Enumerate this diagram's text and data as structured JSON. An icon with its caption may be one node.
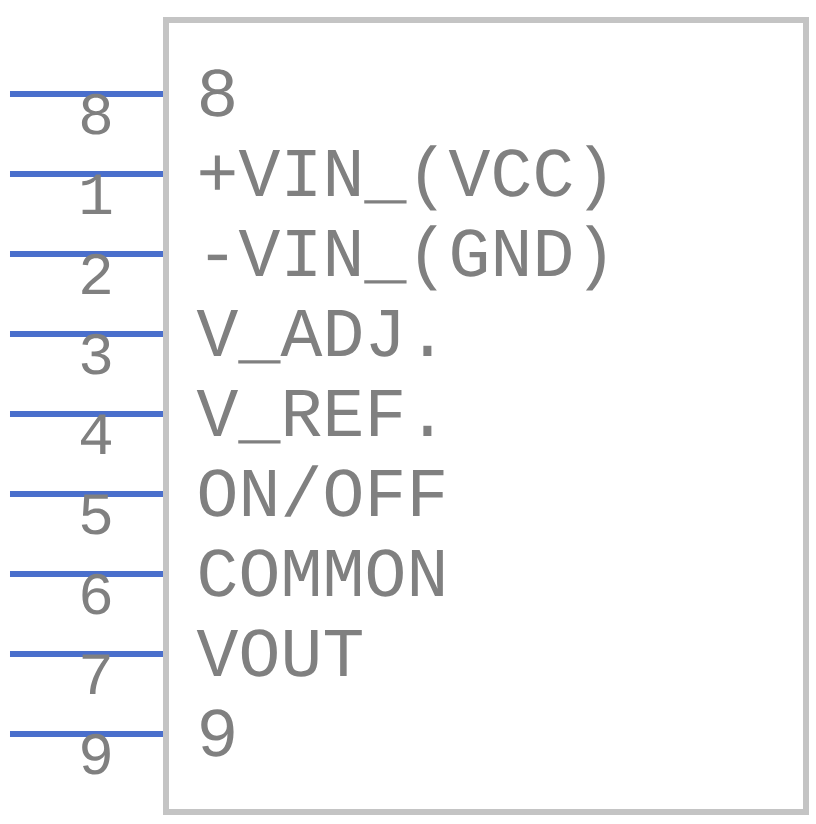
{
  "diagram": {
    "nodes": [
      {
        "text": [
          "8",
          "+VIN_(VCC)",
          "-VIN_(GND)",
          "V_ADJ.",
          "V_REF.",
          "ON/OFF",
          "COMMON",
          "VOUT",
          "9"
        ]
      }
    ],
    "labels": [
      "8",
      "1",
      "2",
      "3",
      "4",
      "5",
      "6",
      "7",
      "9"
    ]
  }
}
